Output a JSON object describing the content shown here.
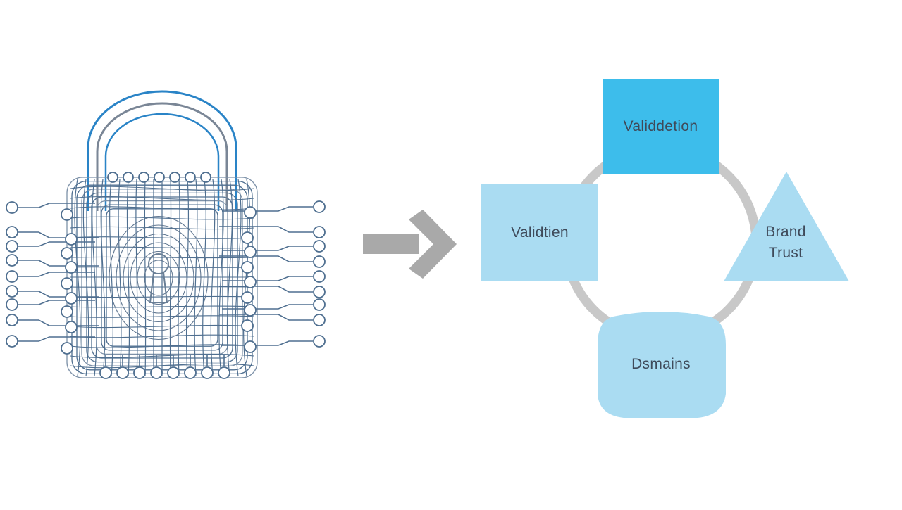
{
  "diagram": {
    "nodes": {
      "validation_top": {
        "label": "Validdetion",
        "shape": "square",
        "color": "#3dbdeb"
      },
      "validation_left": {
        "label": "Validtien",
        "shape": "square",
        "color": "#aadcf2"
      },
      "brand_trust": {
        "label": "Brand\nTrust",
        "shape": "triangle",
        "color": "#aadcf2"
      },
      "domains": {
        "label": "Dsmains",
        "shape": "rounded-blob",
        "color": "#aadcf2"
      }
    },
    "cycle_ring_color": "#c8c8c8",
    "arrow_color": "#a9a9a9",
    "lock_icon": {
      "name": "circuit-padlock-icon",
      "line_color": "#4f6f90",
      "accent_color": "#2a84c7"
    }
  }
}
